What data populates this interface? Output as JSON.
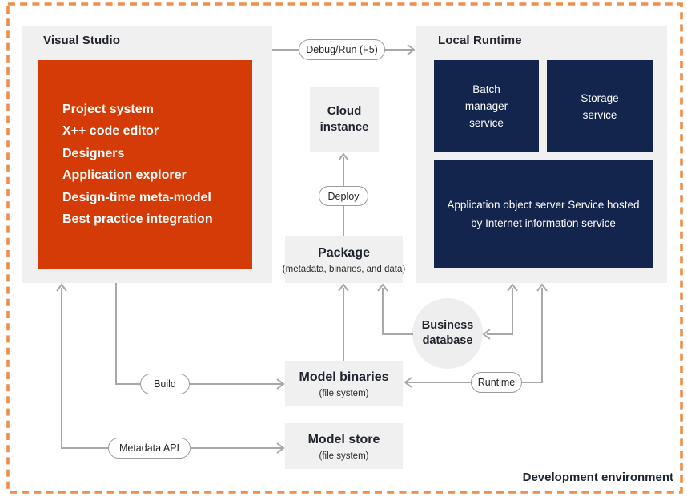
{
  "environment": {
    "label": "Development environment"
  },
  "visual_studio": {
    "title": "Visual Studio",
    "features": [
      "Project system",
      "X++ code editor",
      "Designers",
      "Application explorer",
      "Design-time meta-model",
      "Best practice integration"
    ]
  },
  "local_runtime": {
    "title": "Local Runtime",
    "batch_service": "Batch manager service",
    "storage_service": "Storage service",
    "aos_service": "Application object server Service hosted by Internet information service"
  },
  "cloud_instance": {
    "title": "Cloud instance"
  },
  "package": {
    "title": "Package",
    "subtitle": "(metadata, binaries, and data)"
  },
  "business_database": {
    "title": "Business database"
  },
  "model_binaries": {
    "title": "Model binaries",
    "subtitle": "(file system)"
  },
  "model_store": {
    "title": "Model store",
    "subtitle": "(file system)"
  },
  "connector_labels": {
    "debug_run": "Debug/Run (F5)",
    "deploy": "Deploy",
    "build": "Build",
    "metadata_api": "Metadata API",
    "runtime": "Runtime"
  },
  "colors": {
    "accent_orange": "#d43b07",
    "navy": "#14254d",
    "panel_gray": "#f0f0f0",
    "border_dash_orange": "#ef8e4b",
    "arrow_gray": "#a8a8a8"
  }
}
